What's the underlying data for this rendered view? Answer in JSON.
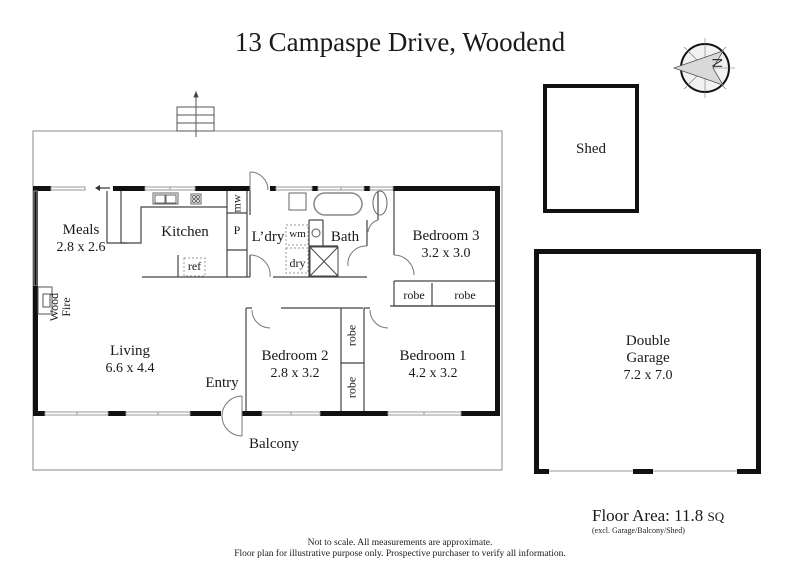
{
  "title": "13 Campaspe Drive, Woodend",
  "compass": {
    "icon": "north-arrow-compass",
    "label": "N"
  },
  "rooms": {
    "meals": {
      "name": "Meals",
      "dimensions": "2.8 x 2.6"
    },
    "kitchen": {
      "name": "Kitchen"
    },
    "laundry": {
      "name": "L’dry"
    },
    "bath": {
      "name": "Bath"
    },
    "bedroom3": {
      "name": "Bedroom 3",
      "dimensions": "3.2 x 3.0"
    },
    "living": {
      "name": "Living",
      "dimensions": "6.6 x 4.4"
    },
    "bedroom2": {
      "name": "Bedroom 2",
      "dimensions": "2.8 x 3.2"
    },
    "bedroom1": {
      "name": "Bedroom 1",
      "dimensions": "4.2 x 3.2"
    },
    "entry": {
      "name": "Entry"
    },
    "balcony": {
      "name": "Balcony"
    },
    "shed": {
      "name": "Shed"
    },
    "garage": {
      "name_line1": "Double",
      "name_line2": "Garage",
      "dimensions": "7.2 x 7.0"
    }
  },
  "fixtures": {
    "mw": "mw",
    "pantry": "P",
    "ref": "ref",
    "wm": "wm",
    "dry": "dry",
    "robe": "robe",
    "wood_fire_line1": "Wood",
    "wood_fire_line2": "Fire"
  },
  "floor_area": {
    "label": "Floor Area: 11.8",
    "unit": "SQ",
    "note": "(excl. Garage/Balcony/Shed)"
  },
  "disclaimer": {
    "line1": "Not to scale. All measurements are approximate.",
    "line2": "Floor plan for illustrative purpose only. Prospective purchaser to verify all information."
  },
  "colors": {
    "wall": "#111111",
    "thin_line": "#555555",
    "window": "#999999",
    "background": "#ffffff"
  }
}
